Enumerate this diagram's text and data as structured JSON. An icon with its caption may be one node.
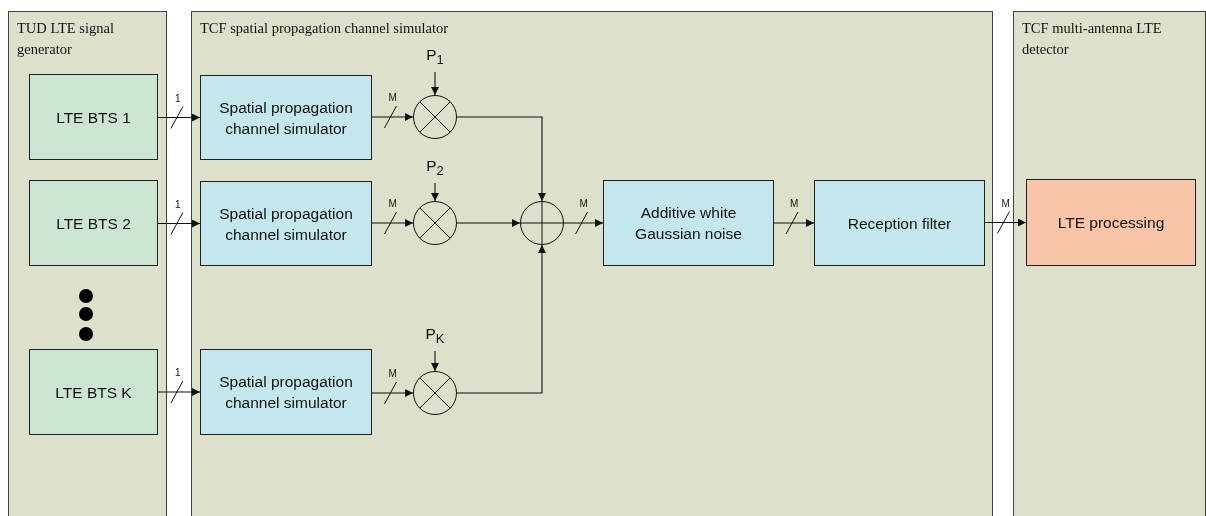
{
  "diagram": {
    "nodes": [
      {
        "text": [
          "TUD LTE signal generator"
        ]
      },
      {
        "text": [
          "LTE BTS 1"
        ],
        "in": 0
      },
      {
        "text": [
          "LTE BTS 2"
        ],
        "in": 0
      },
      {
        "text": [
          "LTE BTS K"
        ],
        "in": 0
      },
      {
        "text": [
          "TCF spatial propagation channel simulator"
        ]
      },
      {
        "text": [
          "Spatial propagation channel simulator"
        ],
        "in": 4
      },
      {
        "text": [
          "P$_{1}$"
        ],
        "in": 4
      },
      {
        "text": [],
        "shape": "circle",
        "in": 4
      },
      {
        "text": [
          "Spatial propagation channel simulator"
        ],
        "in": 4
      },
      {
        "text": [
          "P$_{2}$"
        ],
        "in": 4
      },
      {
        "text": [],
        "shape": "circle",
        "in": 4
      },
      {
        "text": [],
        "shape": "circle",
        "in": 4
      },
      {
        "text": [
          "Additive white Gaussian noise"
        ],
        "in": 4
      },
      {
        "text": [
          "Reception filter"
        ],
        "in": 4
      },
      {
        "text": [
          "Spatial propagation channel simulator"
        ],
        "in": 4
      },
      {
        "text": [
          "P$_{K}$"
        ],
        "in": 4
      },
      {
        "text": [],
        "shape": "circle",
        "in": 4
      },
      {
        "text": [
          "TCF multi-antenna LTE detector"
        ]
      },
      {
        "text": [
          "LTE processing"
        ],
        "in": 17
      }
    ],
    "edges": [
      {
        "from": 1,
        "to": 5,
        "arrow": "to",
        "label": "1"
      },
      {
        "from": 2,
        "to": 8,
        "arrow": "to",
        "label": "1"
      },
      {
        "from": 3,
        "to": 14,
        "arrow": "to",
        "label": "1"
      },
      {
        "from": 5,
        "to": 7,
        "arrow": "to",
        "label": "M"
      },
      {
        "from": 8,
        "to": 10,
        "arrow": "to",
        "label": "M"
      },
      {
        "from": 14,
        "to": 16,
        "arrow": "to",
        "label": "M"
      },
      {
        "from": 6,
        "to": 7,
        "arrow": "to"
      },
      {
        "from": 9,
        "to": 10,
        "arrow": "to"
      },
      {
        "from": 15,
        "to": 16,
        "arrow": "to"
      },
      {
        "from": 7,
        "to": 11,
        "arrow": "to"
      },
      {
        "from": 10,
        "to": 11,
        "arrow": "to"
      },
      {
        "from": 16,
        "to": 11,
        "arrow": "to"
      },
      {
        "from": 11,
        "to": 12,
        "arrow": "to",
        "label": "M"
      },
      {
        "from": 12,
        "to": 13,
        "arrow": "to",
        "label": "M"
      },
      {
        "from": 13,
        "to": 18,
        "arrow": "to",
        "label": "M"
      }
    ]
  }
}
